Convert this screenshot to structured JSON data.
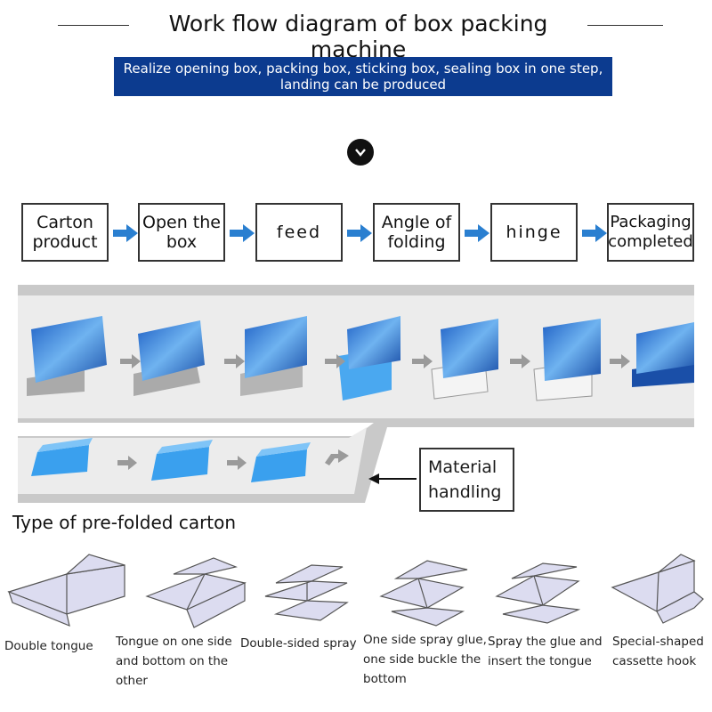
{
  "header": {
    "title": "Work flow diagram of box packing machine",
    "banner_line1": "Realize opening box, packing box, sticking box, sealing box in one step,",
    "banner_line2": "landing can be produced"
  },
  "flow": {
    "steps": [
      {
        "line1": "Carton",
        "line2": "product"
      },
      {
        "line1": "Open the",
        "line2": "box"
      },
      {
        "line1": "feed",
        "line2": ""
      },
      {
        "line1": "Angle of",
        "line2": "folding"
      },
      {
        "line1": "hinge",
        "line2": ""
      },
      {
        "line1": "Packaging",
        "line2": "completed"
      }
    ]
  },
  "conveyor": {
    "material_line1": "Material",
    "material_line2": "handling"
  },
  "carton_types": {
    "heading": "Type of pre-folded carton",
    "items": [
      {
        "line1": "Double tongue",
        "line2": "",
        "line3": ""
      },
      {
        "line1": "Tongue on one side",
        "line2": "and bottom on the",
        "line3": "other"
      },
      {
        "line1": "Double-sided spray",
        "line2": "",
        "line3": ""
      },
      {
        "line1": "One side spray glue,",
        "line2": "one side buckle the",
        "line3": "bottom"
      },
      {
        "line1": "Spray the glue and",
        "line2": "insert the tongue",
        "line3": ""
      },
      {
        "line1": "Special-shaped",
        "line2": "cassette hook",
        "line3": ""
      }
    ]
  },
  "colors": {
    "banner": "#0c3b8f",
    "flow_arrow": "#2a7fd0",
    "conveyor_track": "#c9c9c9",
    "carton_blue": "#3aa0ee",
    "diagram_fill": "#dcdcf0"
  }
}
